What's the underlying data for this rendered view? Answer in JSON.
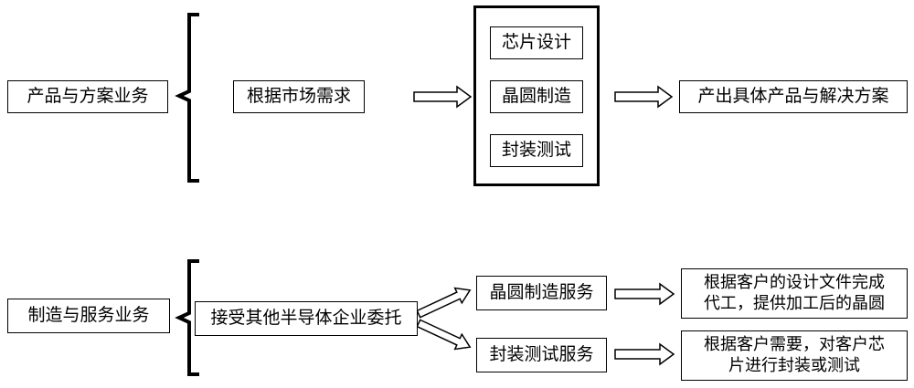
{
  "top": {
    "category": "产品与方案业务",
    "basis": "根据市场需求",
    "steps": [
      "芯片设计",
      "晶圆制造",
      "封装测试"
    ],
    "result": "产出具体产品与解决方案"
  },
  "bottom": {
    "category": "制造与服务业务",
    "basis": "接受其他半导体企业委托",
    "services": [
      "晶圆制造服务",
      "封装测试服务"
    ],
    "outputs": [
      [
        "根据客户的设计文件完成",
        "代工，提供加工后的晶圆"
      ],
      [
        "根据客户需要，对客户芯",
        "片进行封装或测试"
      ]
    ]
  },
  "colors": {
    "line": "#000000",
    "background": "#ffffff"
  }
}
